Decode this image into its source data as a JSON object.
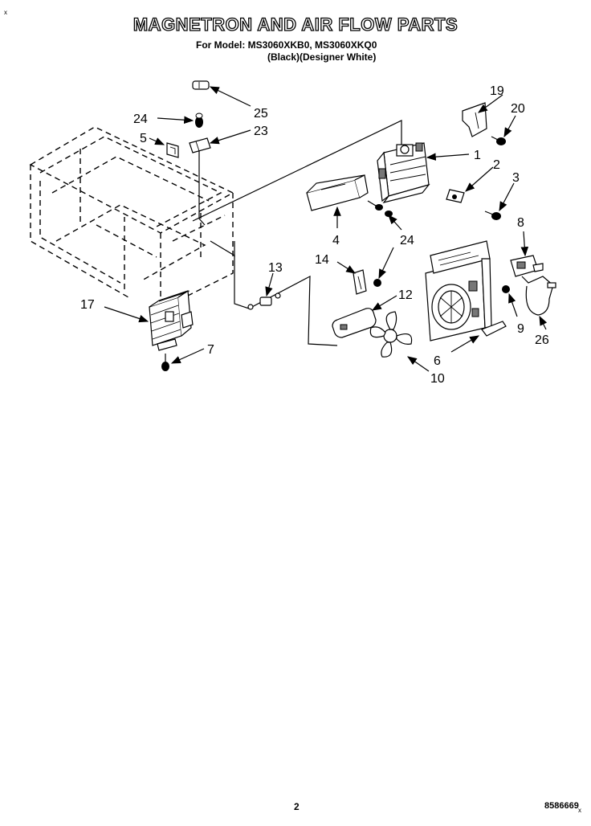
{
  "header": {
    "corner_mark": "x",
    "title": "MAGNETRON AND AIR FLOW PARTS",
    "model_line": "For Model: MS3060XKB0, MS3060XKQ0",
    "finish_line": "(Black)(Designer White)"
  },
  "callouts": {
    "c1": "1",
    "c2": "2",
    "c3": "3",
    "c4": "4",
    "c5": "5",
    "c6": "6",
    "c7": "7",
    "c8": "8",
    "c9": "9",
    "c10": "10",
    "c12": "12",
    "c13": "13",
    "c14": "14",
    "c17": "17",
    "c19": "19",
    "c20": "20",
    "c23": "23",
    "c24a": "24",
    "c24b": "24",
    "c25": "25",
    "c26": "26"
  },
  "footer": {
    "page_number": "2",
    "doc_number": "8586669",
    "doc_suffix": "x"
  }
}
